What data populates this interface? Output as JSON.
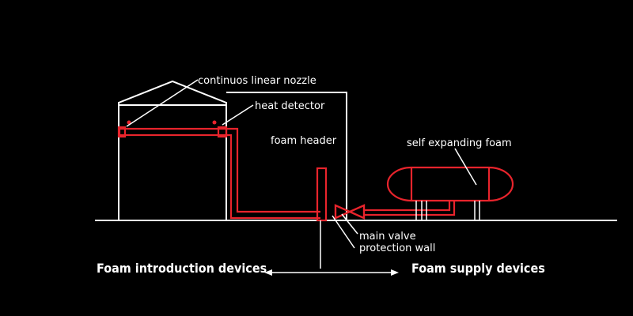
{
  "labels": {
    "continuous_nozzle": "continuos linear nozzle",
    "heat_detector": "heat detector",
    "foam_header": "foam header",
    "self_expanding_foam": "self expanding foam",
    "main_valve": "main valve",
    "protection_wall": "protection wall",
    "foam_introduction": "Foam introduction devices",
    "foam_supply": "Foam supply devices"
  },
  "colors": {
    "background": "#000000",
    "outline": "#ffffff",
    "pipe": "#e8242c"
  }
}
